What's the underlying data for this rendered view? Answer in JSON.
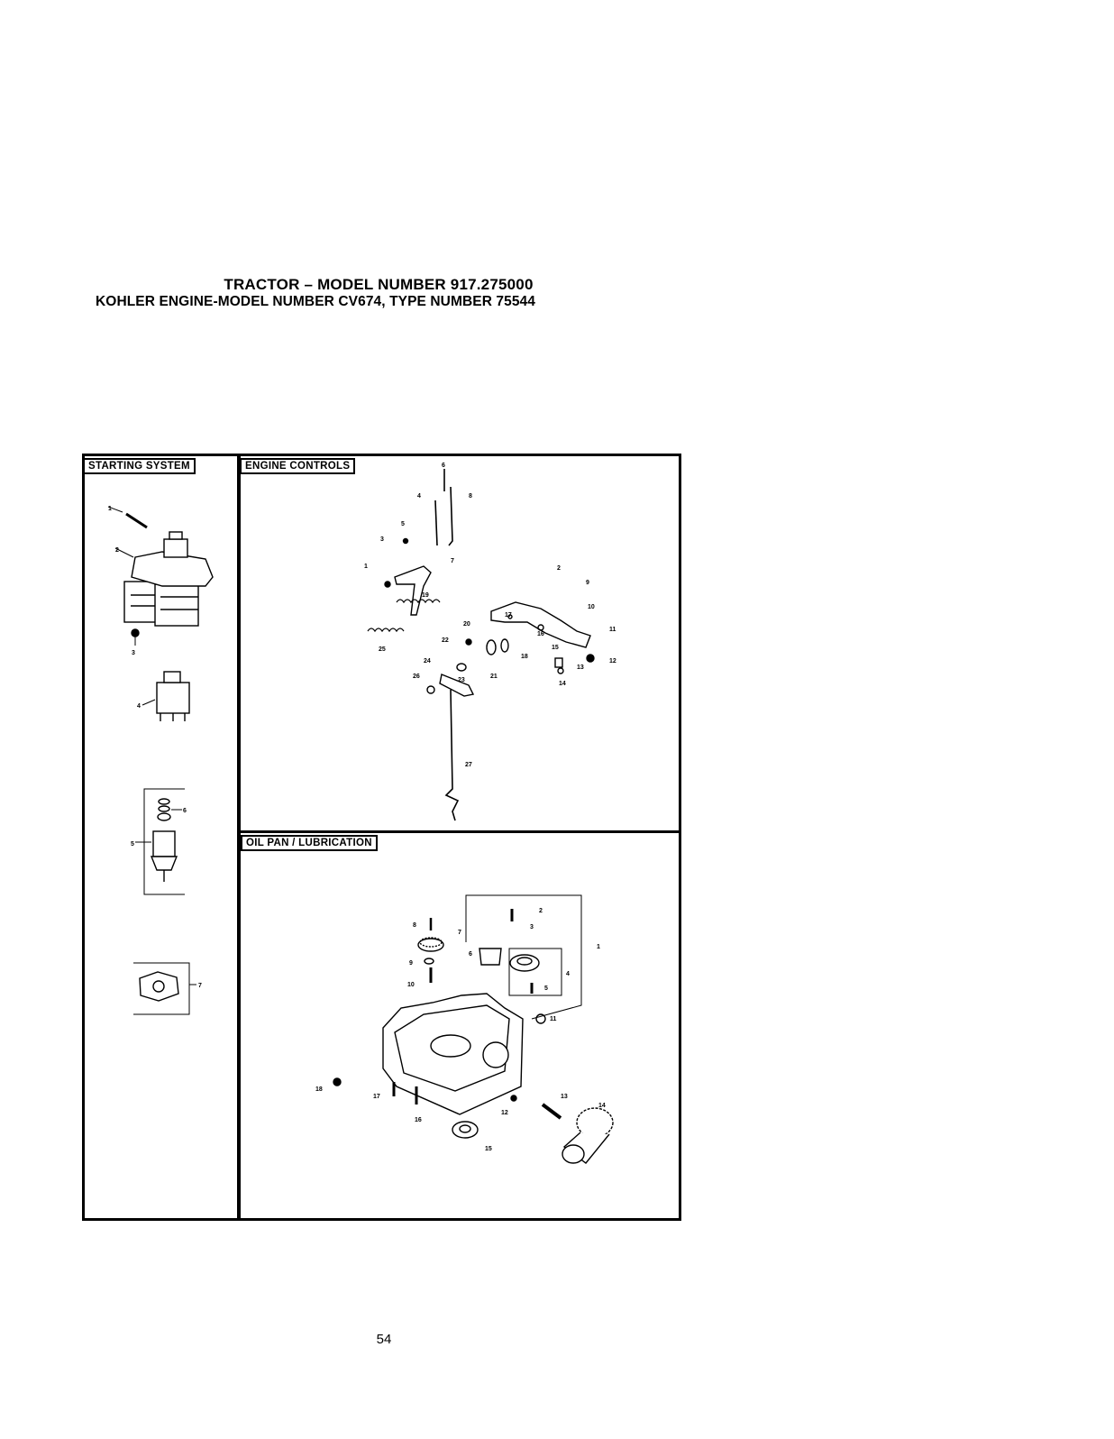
{
  "header": {
    "title_line1": "TRACTOR – MODEL NUMBER 917.275000",
    "title_line2": "KOHLER ENGINE-MODEL NUMBER CV674, TYPE NUMBER 75544"
  },
  "sections": {
    "starting_system": "STARTING SYSTEM",
    "engine_controls": "ENGINE CONTROLS",
    "oil_pan": "OIL PAN / LUBRICATION"
  },
  "callouts": {
    "starting": [
      "1",
      "2",
      "3",
      "4",
      "5",
      "6",
      "7"
    ],
    "controls": [
      "1",
      "2",
      "3",
      "4",
      "5",
      "6",
      "7",
      "8",
      "9",
      "10",
      "11",
      "12",
      "13",
      "14",
      "15",
      "16",
      "17",
      "18",
      "19",
      "20",
      "21",
      "22",
      "23",
      "24",
      "25",
      "26",
      "27"
    ],
    "oilpan": [
      "1",
      "2",
      "3",
      "4",
      "5",
      "6",
      "7",
      "8",
      "9",
      "10",
      "11",
      "12",
      "13",
      "14",
      "15",
      "16",
      "17",
      "18"
    ]
  },
  "page_number": "54",
  "colors": {
    "ink": "#000000",
    "paper": "#ffffff"
  }
}
